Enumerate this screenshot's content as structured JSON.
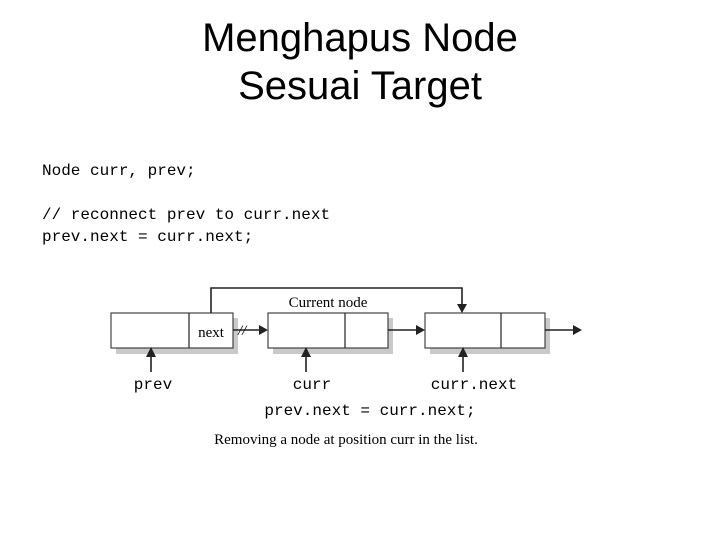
{
  "title": {
    "line1": "Menghapus Node",
    "line2": "Sesuai Target"
  },
  "code": {
    "line1": "Node curr, prev;",
    "line2": "// reconnect prev to curr.next",
    "line3": "prev.next = curr.next;"
  },
  "diagram": {
    "current_node_label": "Current node",
    "next_field_label": "next",
    "break_mark": "//",
    "pointer_labels": {
      "prev": "prev",
      "curr": "curr",
      "curr_next": "curr.next"
    },
    "statement": "prev.next = curr.next;",
    "caption": "Removing a node at position curr in the list."
  }
}
